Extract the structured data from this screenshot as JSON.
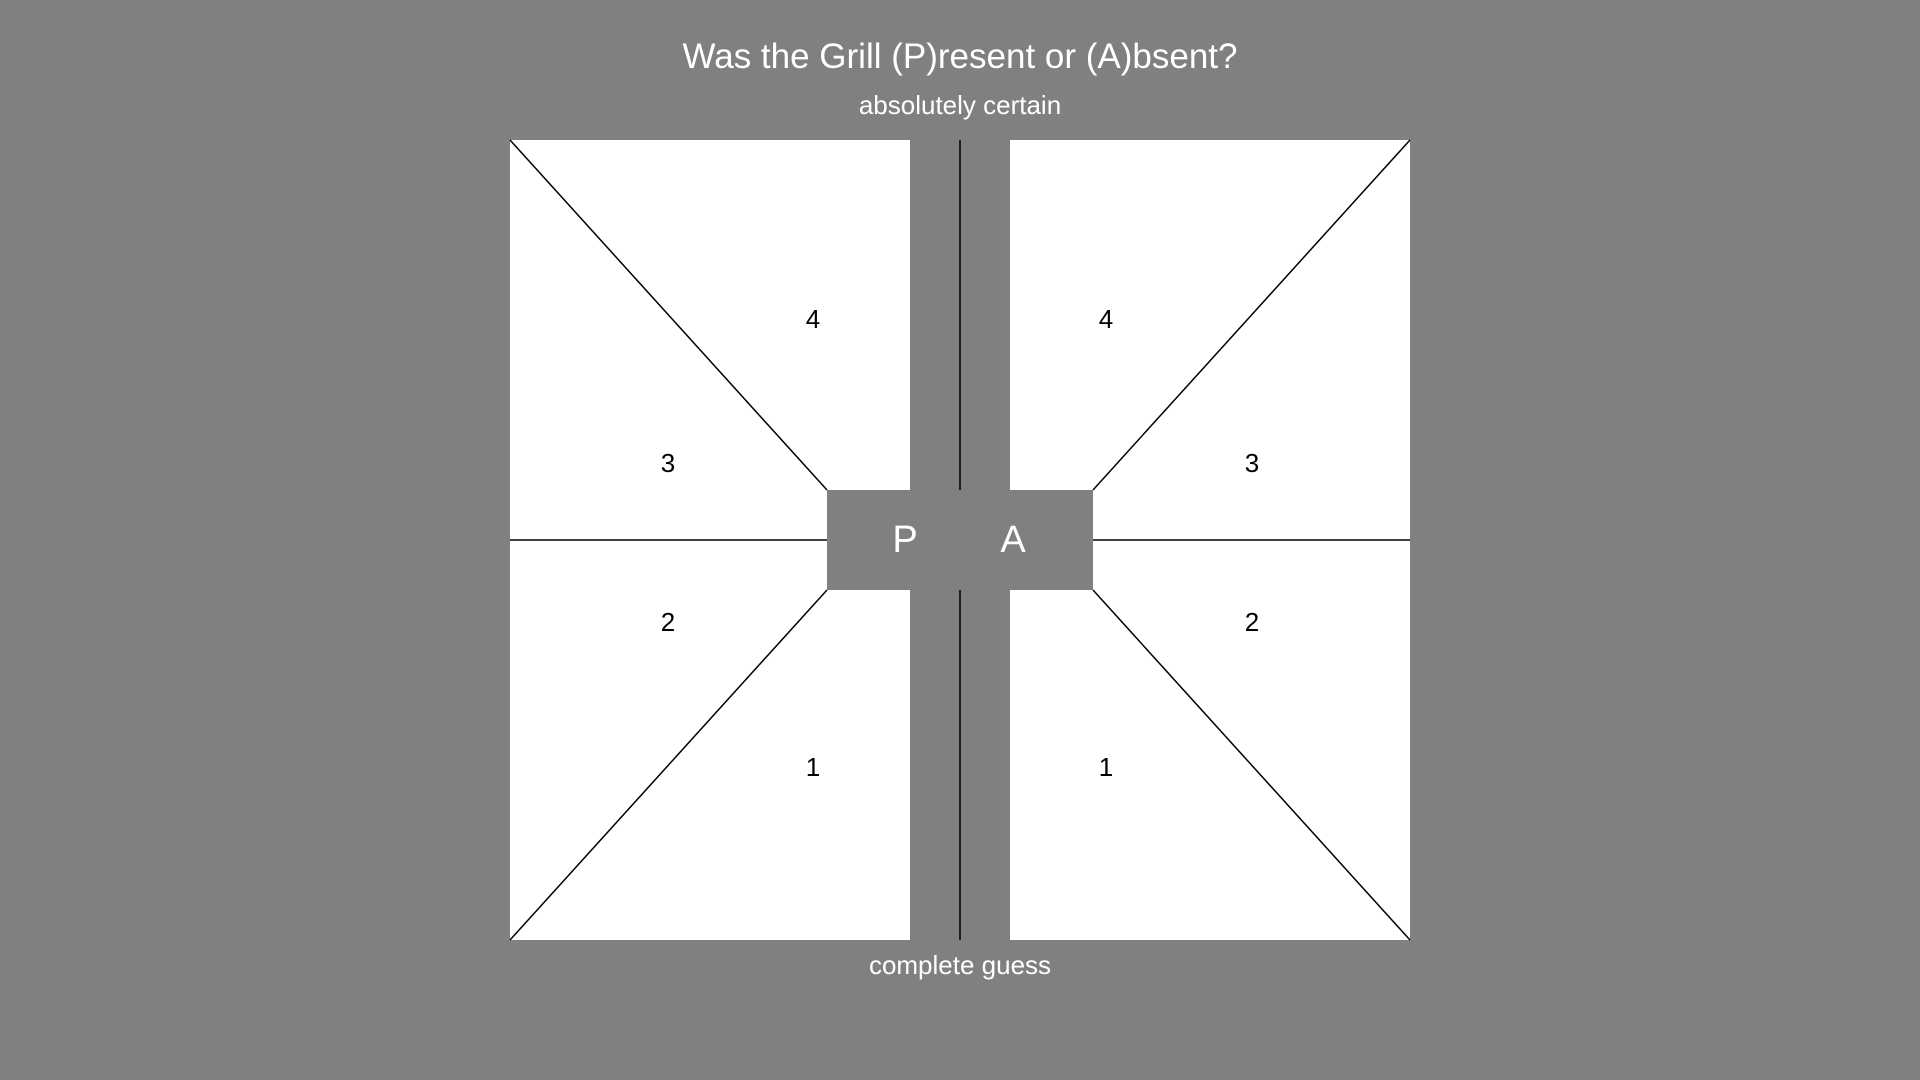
{
  "title": "Was the Grill (P)resent or (A)bsent?",
  "top_anchor": "absolutely certain",
  "bottom_anchor": "complete guess",
  "center": {
    "present_letter": "P",
    "absent_letter": "A"
  },
  "present_side": {
    "levels": [
      "1",
      "2",
      "3",
      "4"
    ]
  },
  "absent_side": {
    "levels": [
      "1",
      "2",
      "3",
      "4"
    ]
  },
  "colors": {
    "background": "#808080",
    "panel": "#ffffff",
    "line": "#000000",
    "text_light": "#ffffff",
    "text_dark": "#000000"
  }
}
